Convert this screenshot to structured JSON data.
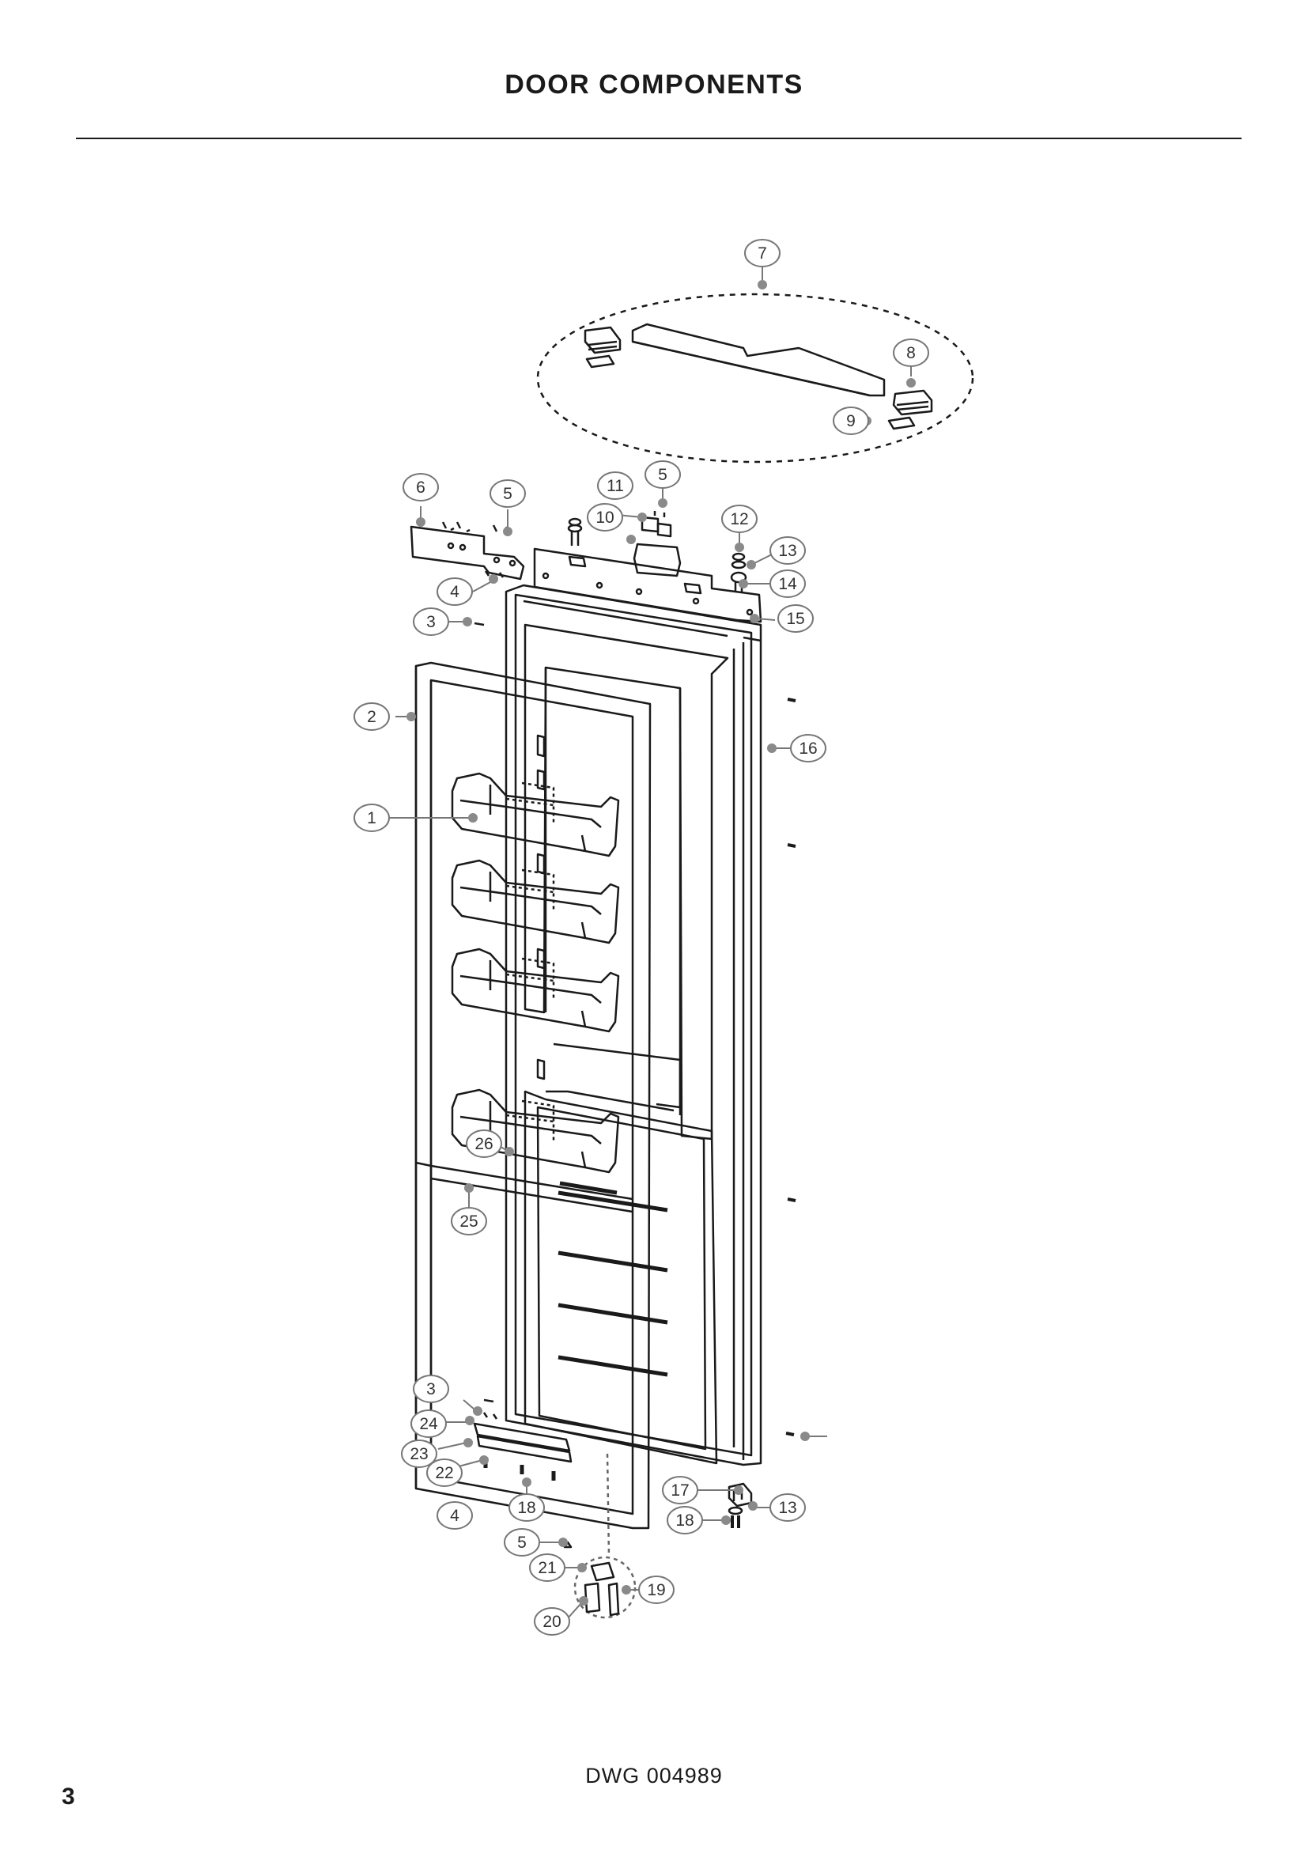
{
  "header": {
    "title": "DOOR COMPONENTS"
  },
  "footer": {
    "drawing_number": "DWG 004989",
    "page_number": "3"
  },
  "colors": {
    "line": "#1a1a1a",
    "callout_dot": "#8a8a8a",
    "callout_ring": "#777777"
  },
  "callouts": [
    "1",
    "2",
    "3",
    "3",
    "4",
    "4",
    "5",
    "5",
    "5",
    "6",
    "7",
    "8",
    "9",
    "10",
    "11",
    "12",
    "13",
    "13",
    "14",
    "15",
    "16",
    "17",
    "18",
    "18",
    "19",
    "20",
    "21",
    "22",
    "23",
    "24",
    "25",
    "26"
  ]
}
